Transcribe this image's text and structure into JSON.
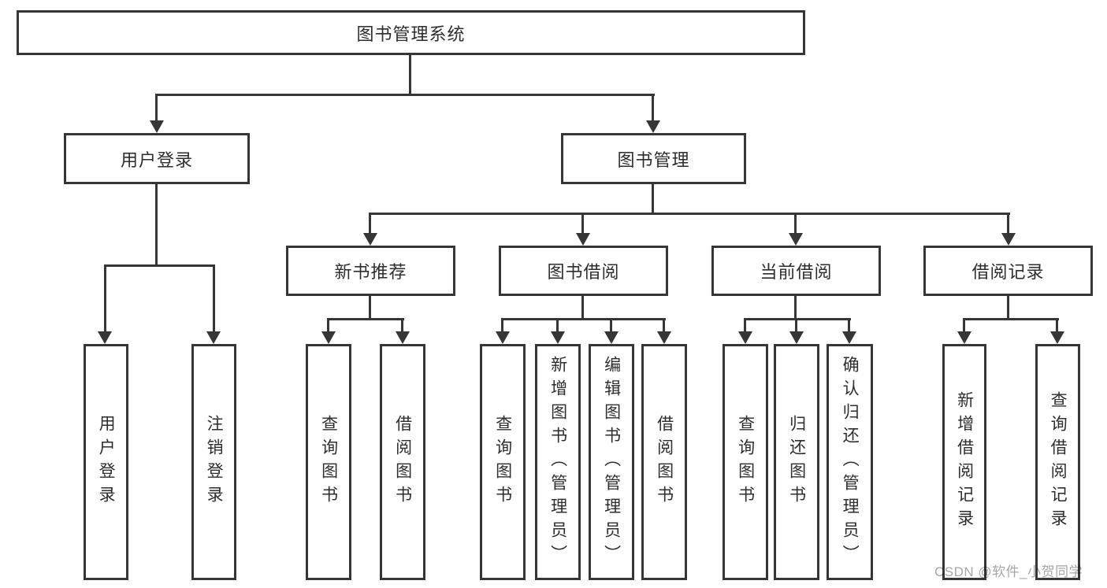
{
  "diagram": {
    "root": "图书管理系统",
    "level2": [
      "用户登录",
      "图书管理"
    ],
    "level3": [
      "新书推荐",
      "图书借阅",
      "当前借阅",
      "借阅记录"
    ],
    "leaves": {
      "user_login": [
        "用户登录",
        "注销登录"
      ],
      "new_book_rec": [
        "查询图书",
        "借阅图书"
      ],
      "book_borrow": [
        "查询图书",
        "新增图书（管理员）",
        "编辑图书（管理员）",
        "借阅图书"
      ],
      "current_borrow": [
        "查询图书",
        "归还图书",
        "确认归还（管理员）"
      ],
      "borrow_records": [
        "新增借阅记录",
        "查询借阅记录"
      ]
    }
  },
  "watermark": {
    "text": "CSDN @软件_小贺同学"
  },
  "colors": {
    "line": "#363636",
    "box_border": "#363636",
    "text": "#2d2d2d",
    "background": "#ffffff",
    "watermark": "#a6a6a6"
  }
}
